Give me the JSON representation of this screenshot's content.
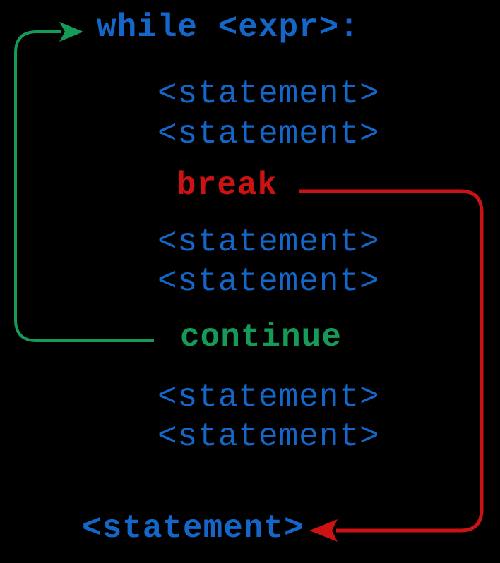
{
  "colors": {
    "background": "#000000",
    "blue": "#1467c8",
    "red": "#cc1212",
    "green": "#169a58"
  },
  "code": {
    "header": "while <expr>:",
    "statement": "<statement>",
    "break_keyword": "break",
    "continue_keyword": "continue",
    "final_statement": "<statement>"
  },
  "icons": {
    "continue_arrowhead": "arrow-right",
    "break_arrowhead": "arrow-left"
  }
}
